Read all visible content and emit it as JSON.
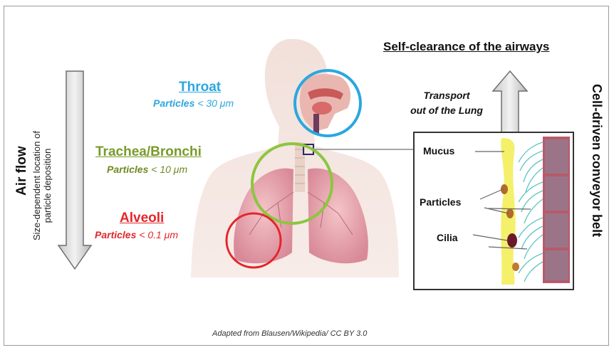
{
  "heading": "Self-clearance of the airways",
  "airflow": {
    "title": "Air flow",
    "subtitle_line1": "Size-dependent location of",
    "subtitle_line2": "particle deposition"
  },
  "regions": {
    "throat": {
      "name": "Throat",
      "particles_word": "Particles",
      "size": " < 30 μm",
      "color": "#2aa7e0"
    },
    "trachea": {
      "name": "Trachea/Bronchi",
      "particles_word": "Particles",
      "size": " < 10 μm",
      "color": "#7a9a2a"
    },
    "alveoli": {
      "name": "Alveoli",
      "particles_word": "Particles",
      "size": " < 0.1 μm",
      "color": "#e3262a"
    }
  },
  "transport": {
    "line1": "Transport",
    "line2": "out of the Lung"
  },
  "inset": {
    "mucus": "Mucus",
    "particles": "Particles",
    "cilia": "Cilia"
  },
  "conveyor": "Cell-driven conveyor belt",
  "caption": "Adapted from Blausen/Wikipedia/ CC BY 3.0"
}
